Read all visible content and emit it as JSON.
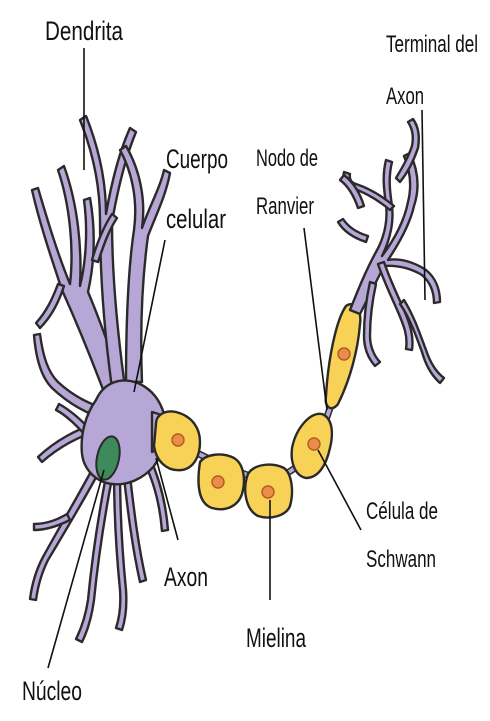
{
  "labels": {
    "dendrita": "Dendrita",
    "terminal_line1": "Terminal del",
    "terminal_line2": "Axon",
    "cuerpo_line1": "Cuerpo",
    "cuerpo_line2": "celular",
    "nodo_line1": "Nodo de",
    "nodo_line2": "Ranvier",
    "celula_line1": "Célula de",
    "celula_line2": "Schwann",
    "axon": "Axon",
    "mielina": "Mielina",
    "nucleo": "Núcleo"
  },
  "colors": {
    "neuron": "#b6a7d6",
    "myelin": "#f7d256",
    "schwann_nucleus": "#ea8c4a",
    "cell_nucleus": "#3f8a5a"
  }
}
